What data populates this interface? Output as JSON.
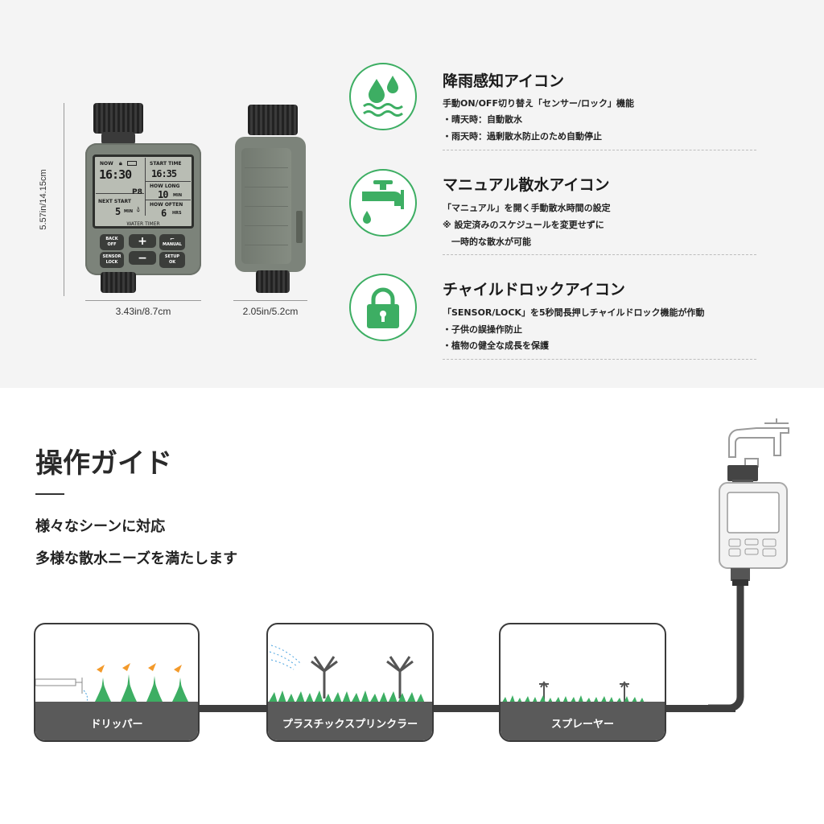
{
  "dimensions": {
    "height": "5.57in/14.15cm",
    "front_width": "3.43in/8.7cm",
    "side_width": "2.05in/5.2cm"
  },
  "lcd": {
    "now_label": "NOW",
    "now_time": "16:30",
    "start_time_label": "START TIME",
    "start_time": "16:35",
    "program": "P8",
    "how_long_label": "HOW LONG",
    "how_long": "10",
    "how_long_unit": "MIN",
    "next_start_label": "NEXT START",
    "next_start": "5",
    "next_start_unit": "MIN",
    "how_often_label": "HOW OFTEN",
    "how_often": "6",
    "how_often_unit": "HRS",
    "device_label": "WATER TIMER"
  },
  "device_buttons": {
    "back_off": [
      "BACK",
      "OFF"
    ],
    "plus": "+",
    "manual": "MANUAL",
    "sensor_lock": [
      "SENSOR",
      "LOCK"
    ],
    "minus": "−",
    "setup_ok": [
      "SETUP",
      "OK"
    ]
  },
  "features": [
    {
      "icon": "rain-drops-icon",
      "title": "降雨感知アイコン",
      "lines": [
        "手動ON/OFF切り替え「センサー/ロック」機能",
        "・晴天時：自動散水",
        "・雨天時：過剰散水防止のため自動停止"
      ]
    },
    {
      "icon": "faucet-icon",
      "title": "マニュアル散水アイコン",
      "lines": [
        "「マニュアル」を開く手動散水時間の設定",
        "※ 設定済みのスケジュールを変更せずに",
        "　一時的な散水が可能"
      ]
    },
    {
      "icon": "padlock-icon",
      "title": "チャイルドロックアイコン",
      "lines": [
        "「SENSOR/LOCK」を5秒間長押しチャイルドロック機能が作動",
        "・子供の誤操作防止",
        "・植物の健全な成長を保護"
      ]
    }
  ],
  "guide": {
    "title": "操作ガイド",
    "subtitle1": "様々なシーンに対応",
    "subtitle2": "多様な散水ニーズを満たします"
  },
  "cards": [
    {
      "label": "ドリッパー"
    },
    {
      "label": "プラスチックスプリンクラー"
    },
    {
      "label": "スプレーヤー"
    }
  ],
  "colors": {
    "accent_green": "#3dae63",
    "device_gray": "#7c837a",
    "card_base": "#5a5a5a"
  }
}
